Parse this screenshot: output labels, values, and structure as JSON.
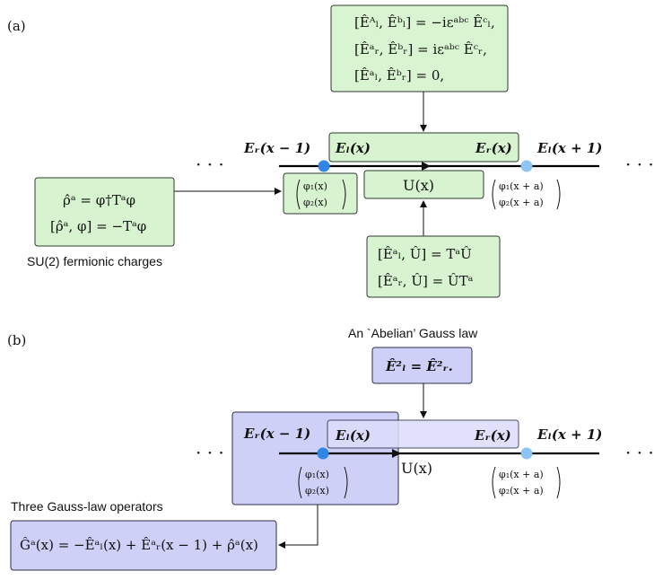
{
  "panels": {
    "a": {
      "label": "(a)",
      "commutators": [
        "[Êᴬₗ, Êᵇₗ] = −iεᵃᵇᶜ Êᶜₗ,",
        "[Êᵃᵣ, Êᵇᵣ] = iεᵃᵇᶜ Êᶜᵣ,",
        "[Êᵃₗ, Êᵇᵣ] = 0,"
      ],
      "ER_left": "Eᵣ(x − 1)",
      "EL_right": "Eₗ(x + 1)",
      "link_EL": "Eₗ(x)",
      "link_ER": "Eᵣ(x)",
      "link_U": "U(x)",
      "spinor_left": [
        "φ₁(x)",
        "φ₂(x)"
      ],
      "spinor_right": [
        "φ₁(x + a)",
        "φ₂(x + a)"
      ],
      "charge_eqs": [
        "ρ̂ᵃ = φ†Tᵃφ",
        "[ρ̂ᵃ, φ] = −Tᵃφ"
      ],
      "charge_caption": "SU(2) fermionic charges",
      "u_commutators": [
        "[Êᵃₗ, Û] = TᵃÛ",
        "[Êᵃᵣ, Û] = ÛTᵃ"
      ]
    },
    "b": {
      "label": "(b)",
      "abelian_caption": "An `Abelian’ Gauss law",
      "abelian_eq": "Ê²ₗ = Ê²ᵣ.",
      "ER_left": "Eᵣ(x − 1)",
      "EL_right": "Eₗ(x + 1)",
      "link_EL": "Eₗ(x)",
      "link_ER": "Eᵣ(x)",
      "link_U": "U(x)",
      "spinor_left": [
        "φ₁(x)",
        "φ₂(x)"
      ],
      "spinor_right": [
        "φ₁(x + a)",
        "φ₂(x + a)"
      ],
      "gauss_caption": "Three Gauss-law operators",
      "gauss_eq": "Ĝᵃ(x) = −Êᵃₗ(x) + Êᵃᵣ(x − 1) + ρ̂ᵃ(x)"
    },
    "ellipsis": "· · ·"
  },
  "colors": {
    "green_box": "#d7f3cf",
    "blue_box": "#cfd0f7",
    "site_dark": "#2f86e6",
    "site_light": "#8ec4f2"
  }
}
